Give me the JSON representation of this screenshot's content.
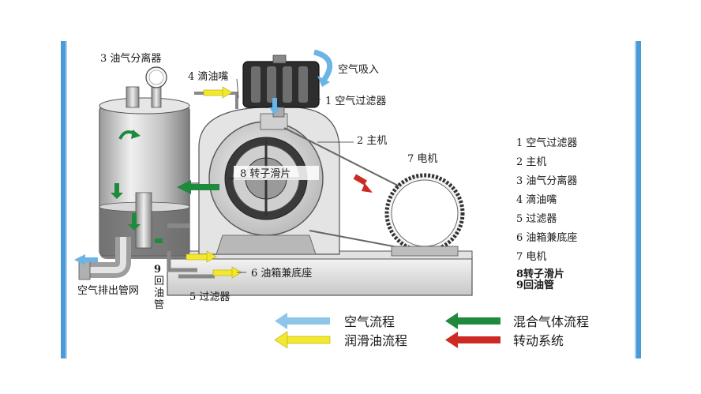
{
  "callouts": {
    "separator": "3 油气分离器",
    "drip": "4 滴油嘴",
    "air_intake": "空气吸入",
    "air_filter": "1 空气过滤器",
    "main_unit": "2 主机",
    "motor": "7 电机",
    "rotor": "8  转子滑片",
    "oil_tank": "6 油箱兼底座",
    "exhaust": "空气排出管网",
    "filter": "5 过滤器",
    "return_pipe": [
      "9",
      "回",
      "油",
      "管"
    ]
  },
  "legend_parts": [
    "1 空气过滤器",
    "2 主机",
    "3 油气分离器",
    "4 滴油嘴",
    "5 过滤器",
    "6 油箱兼底座",
    "7 电机",
    "8转子滑片",
    "9回油管"
  ],
  "flow_legend": [
    {
      "label": "空气流程",
      "color": "#8ec6ea"
    },
    {
      "label": "润滑油流程",
      "color": "#f2e830"
    },
    {
      "label": "混合气体流程",
      "color": "#1e8a3c"
    },
    {
      "label": "转动系统",
      "color": "#cc2a22"
    }
  ],
  "colors": {
    "frame": "#4a9ad8",
    "machine": "#d6d6d6",
    "machine_dark": "#444444"
  }
}
